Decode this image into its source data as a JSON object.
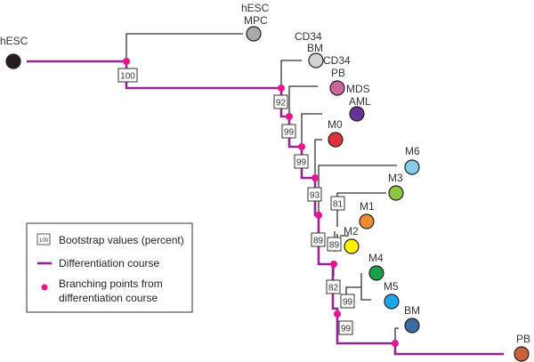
{
  "colors": {
    "course": "#92278f",
    "branch_point": "#e6168c",
    "tree_line": "#333333"
  },
  "nodes": [
    {
      "id": "hESC",
      "label": "hESC",
      "color": "#231f20"
    },
    {
      "id": "hESC-MPC",
      "label": "hESC\nMPC",
      "color": "#a7a9ac"
    },
    {
      "id": "CD34-BM",
      "label": "CD34\nBM",
      "color": "#d1d3d4"
    },
    {
      "id": "CD34-PB",
      "label": "CD34\nPB",
      "color": "#cc6699"
    },
    {
      "id": "MDS",
      "label": "MDS",
      "color": "#cc6699"
    },
    {
      "id": "AML",
      "label": "AML",
      "color": "#663399"
    },
    {
      "id": "M0",
      "label": "M0",
      "color": "#e0323c"
    },
    {
      "id": "M6",
      "label": "M6",
      "color": "#87ceeb"
    },
    {
      "id": "M3",
      "label": "M3",
      "color": "#8dc63f"
    },
    {
      "id": "M1",
      "label": "M1",
      "color": "#ee8c32"
    },
    {
      "id": "M2",
      "label": "M2",
      "color": "#fff200"
    },
    {
      "id": "M4",
      "label": "M4",
      "color": "#1a9f4a"
    },
    {
      "id": "M5",
      "label": "M5",
      "color": "#1ca7ec"
    },
    {
      "id": "BM",
      "label": "BM",
      "color": "#3d6aa0"
    },
    {
      "id": "PB",
      "label": "PB",
      "color": "#c8643c"
    }
  ],
  "labels": {
    "hESC": "hESC",
    "hESC_MPC_1": "hESC",
    "hESC_MPC_2": "MPC",
    "CD34_top": "CD34",
    "BM_1": "BM",
    "CD34_right": "CD34",
    "PB_1": "PB",
    "MDS": "MDS",
    "AML": "AML",
    "M0": "M0",
    "M6": "M6",
    "M3": "M3",
    "M1": "M1",
    "M2": "M2",
    "M4": "M4",
    "M5": "M5",
    "BM_2": "BM",
    "PB_2": "PB"
  },
  "bootstrap": [
    {
      "id": "b100",
      "value": "100"
    },
    {
      "id": "b92",
      "value": "92"
    },
    {
      "id": "b99a",
      "value": "99"
    },
    {
      "id": "b99b",
      "value": "99"
    },
    {
      "id": "b93",
      "value": "93"
    },
    {
      "id": "b81",
      "value": "81"
    },
    {
      "id": "b89a",
      "value": "89"
    },
    {
      "id": "b89b",
      "value": "89"
    },
    {
      "id": "b82",
      "value": "82"
    },
    {
      "id": "b99c",
      "value": "99"
    },
    {
      "id": "b99d",
      "value": "99"
    }
  ],
  "legend": {
    "sample_value": "100",
    "bootstrap": "Bootstrap values (percent)",
    "course": "Differentiation course",
    "branch_1": "Branching points from",
    "branch_2": "differentiation course"
  }
}
